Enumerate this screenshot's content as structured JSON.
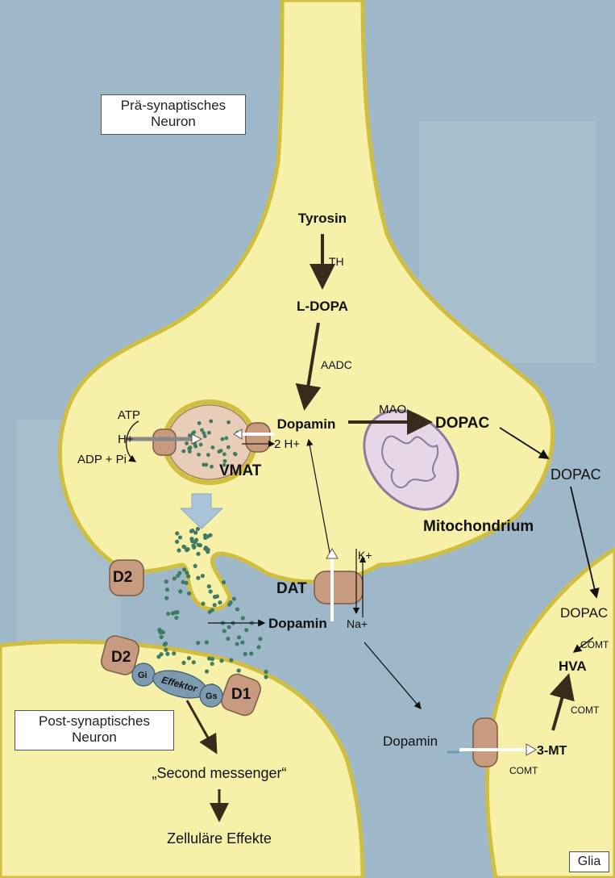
{
  "colors": {
    "background": "#9fb8c9",
    "neuron": "#f7f0a8",
    "membrane": "#cfbe3f",
    "protein": "#c89a80",
    "g_protein": "#7d9bb0",
    "vesicle_dots": "#3f7a62",
    "arrow": "#3a2a1c"
  },
  "labels": {
    "pre_neuron": "Prä-synaptisches Neuron",
    "post_neuron": "Post-synaptisches Neuron",
    "glia": "Glia"
  },
  "pathway": {
    "tyrosin": "Tyrosin",
    "th": "TH",
    "l_dopa": "L-DOPA",
    "aadc": "AADC",
    "dopamin": "Dopamin",
    "mao": "MAO",
    "dopac": "DOPAC",
    "mitochondrium": "Mitochondrium"
  },
  "vmat": {
    "name": "VMAT",
    "atp": "ATP",
    "h": "H+",
    "adp": "ADP + Pi",
    "two_h": "2 H+"
  },
  "dat": {
    "name": "DAT",
    "k": "K+",
    "na": "Na+"
  },
  "cleft": {
    "dopamin": "Dopamin"
  },
  "receptors": {
    "d2_pre": "D2",
    "d2_post": "D2",
    "d1": "D1",
    "gi": "Gi",
    "gs": "Gs",
    "effektor": "Effektor"
  },
  "signaling": {
    "second_messenger": "„Second messenger“",
    "effects": "Zelluläre Effekte"
  },
  "glia_pathway": {
    "dopac_out": "DOPAC",
    "dopac_glia": "DOPAC",
    "comt1": "COMT",
    "hva": "HVA",
    "comt2": "COMT",
    "three_mt": "3-MT",
    "comt3": "COMT",
    "dopamin": "Dopamin"
  }
}
